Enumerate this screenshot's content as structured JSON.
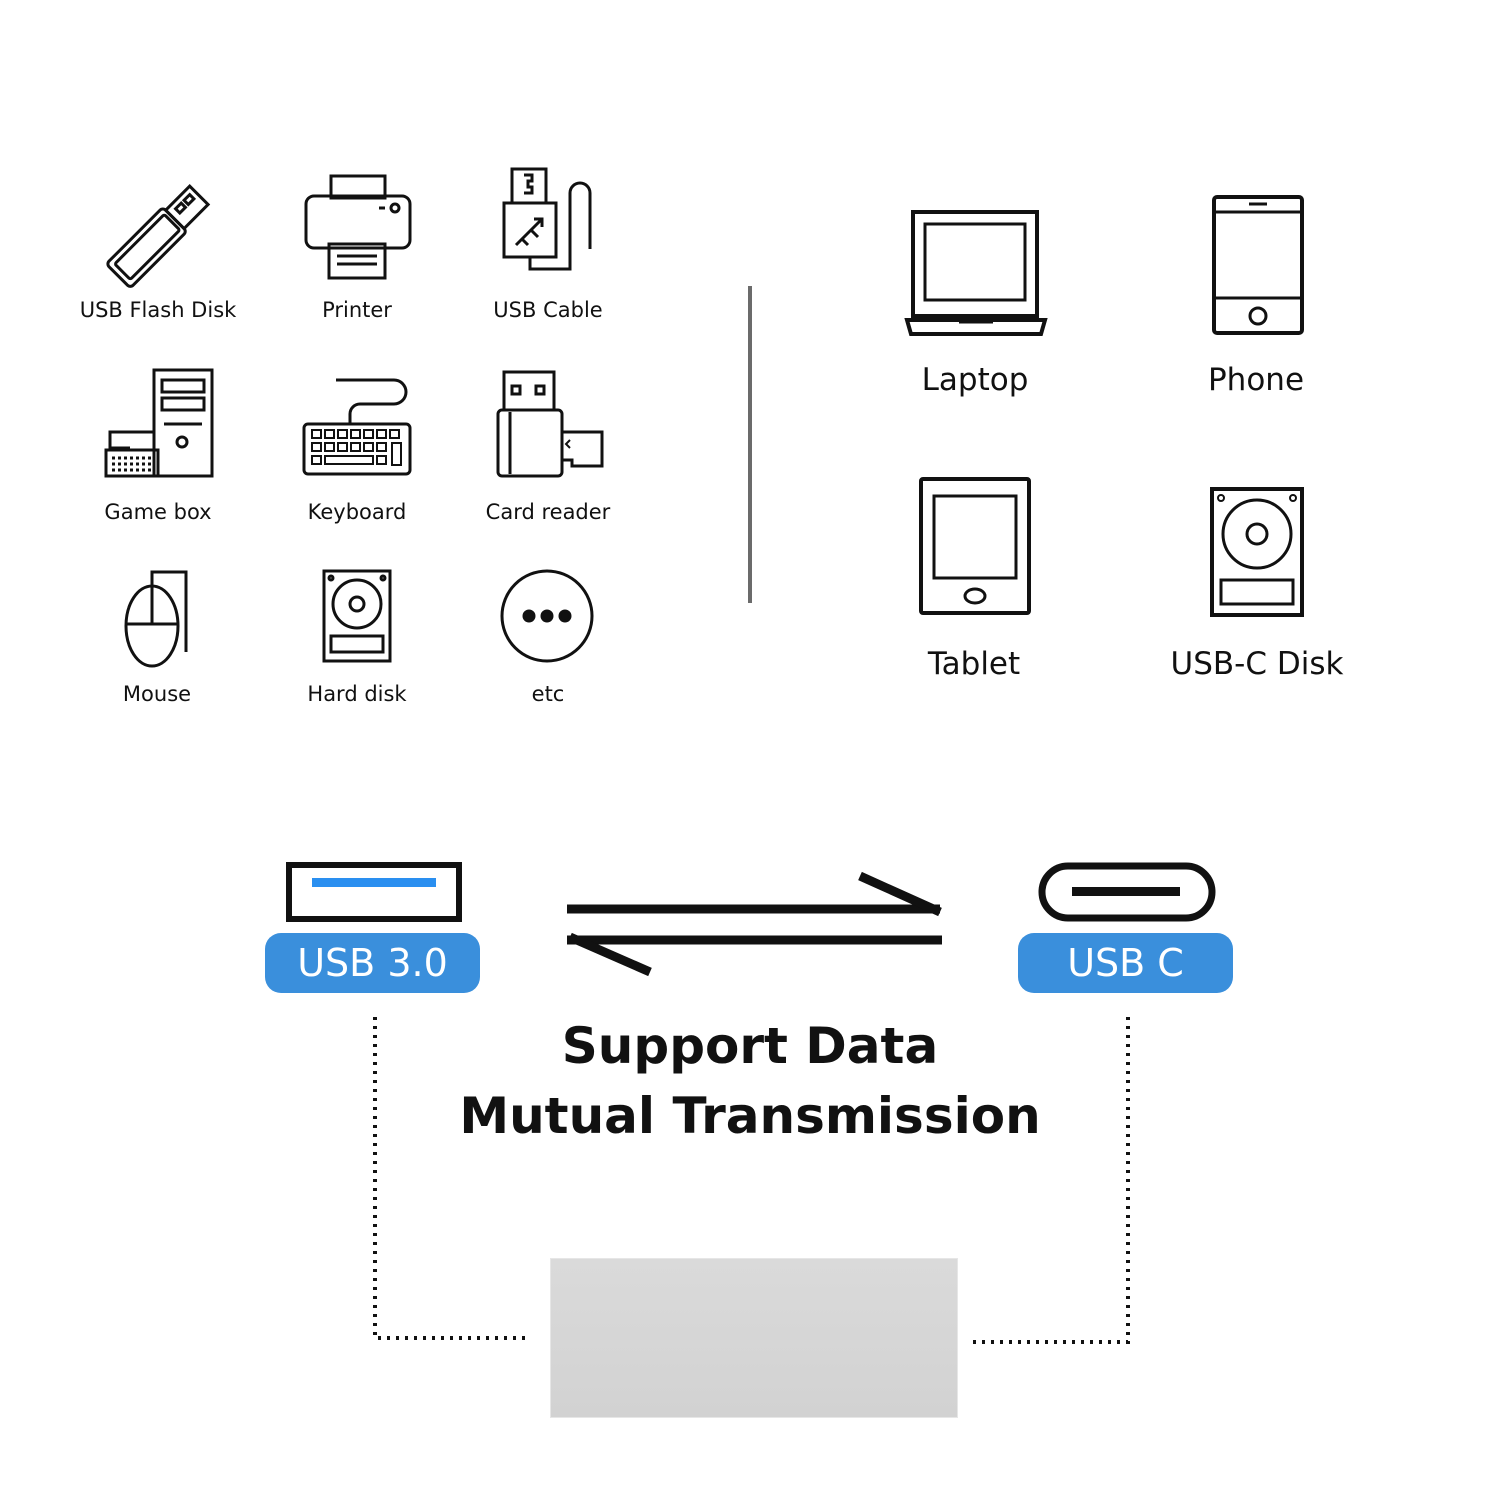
{
  "left_devices": {
    "usb_flash_disk": "USB Flash Disk",
    "printer": "Printer",
    "usb_cable": "USB Cable",
    "game_box": "Game box",
    "keyboard": "Keyboard",
    "card_reader": "Card reader",
    "mouse": "Mouse",
    "hard_disk": "Hard disk",
    "etc": "etc"
  },
  "right_devices": {
    "laptop": "Laptop",
    "phone": "Phone",
    "tablet": "Tablet",
    "usbc_disk": "USB-C Disk"
  },
  "connectors": {
    "left": "USB 3.0",
    "right": "USB C"
  },
  "headline": {
    "line1": "Support Data",
    "line2": "Mutual Transmission"
  },
  "colors": {
    "accent_blue": "#3a8fdc",
    "usb_port_stripe": "#2a8ff0",
    "icon_stroke": "#111111",
    "divider": "#6b6b6b",
    "product_body": "#d6d6d6"
  },
  "icons": [
    "usb-flash-disk-icon",
    "printer-icon",
    "usb-cable-icon",
    "game-box-icon",
    "keyboard-icon",
    "card-reader-icon",
    "mouse-icon",
    "hard-disk-icon",
    "more-icon",
    "laptop-icon",
    "phone-icon",
    "tablet-icon",
    "usbc-disk-icon",
    "usb-a-port-icon",
    "usb-c-port-icon",
    "bidirectional-arrow-icon"
  ]
}
